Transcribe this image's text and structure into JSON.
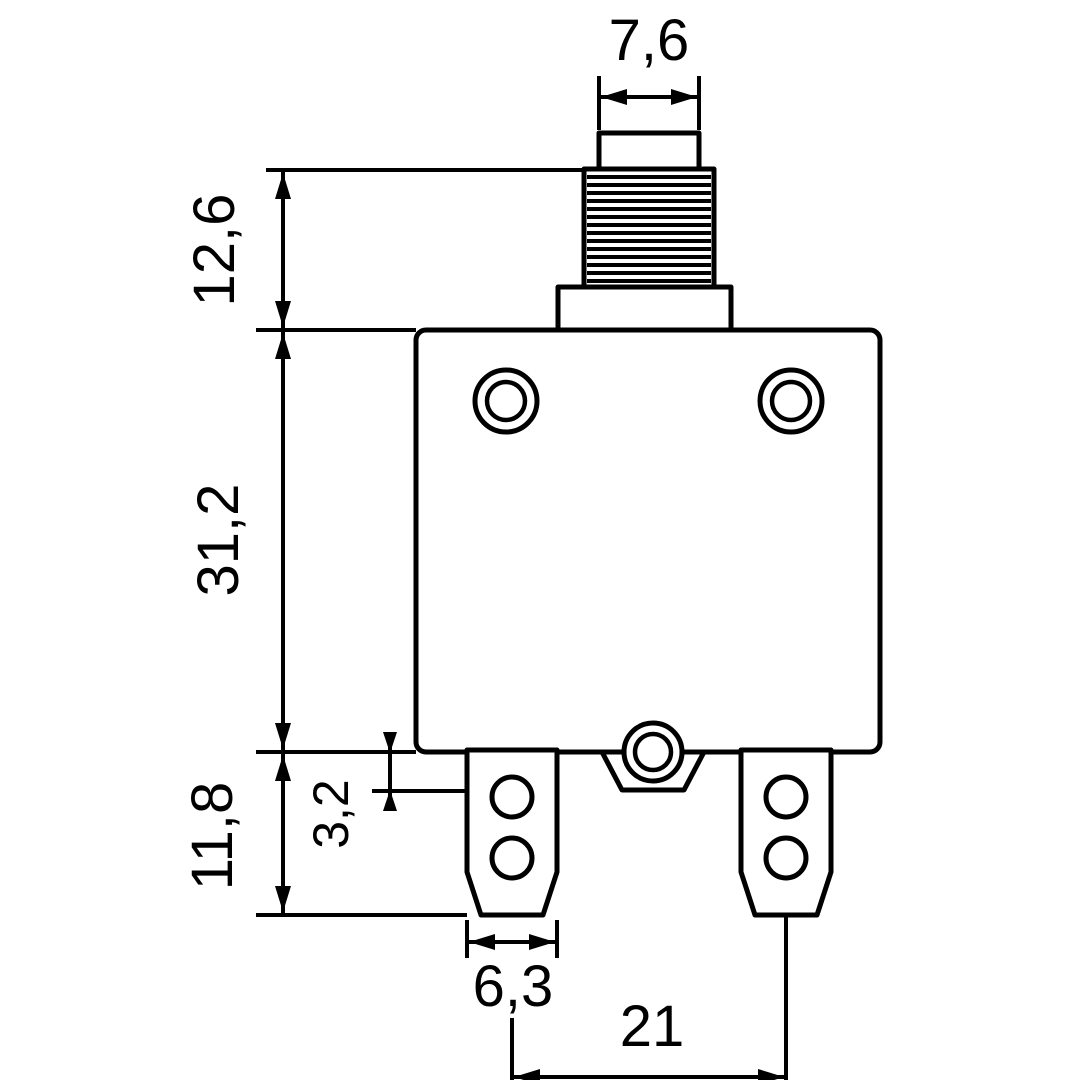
{
  "diagram": {
    "type": "technical-drawing",
    "subject": "push-button circuit breaker, front view with dimension annotations",
    "colors": {
      "line": "#000000",
      "background": "#ffffff"
    },
    "dimensions": {
      "button_width": "7,6",
      "actuator_height": "12,6",
      "body_height": "31,2",
      "terminal_length": "11,8",
      "terminal_step": "3,2",
      "terminal_width": "6,3",
      "terminal_pitch": "21"
    }
  }
}
